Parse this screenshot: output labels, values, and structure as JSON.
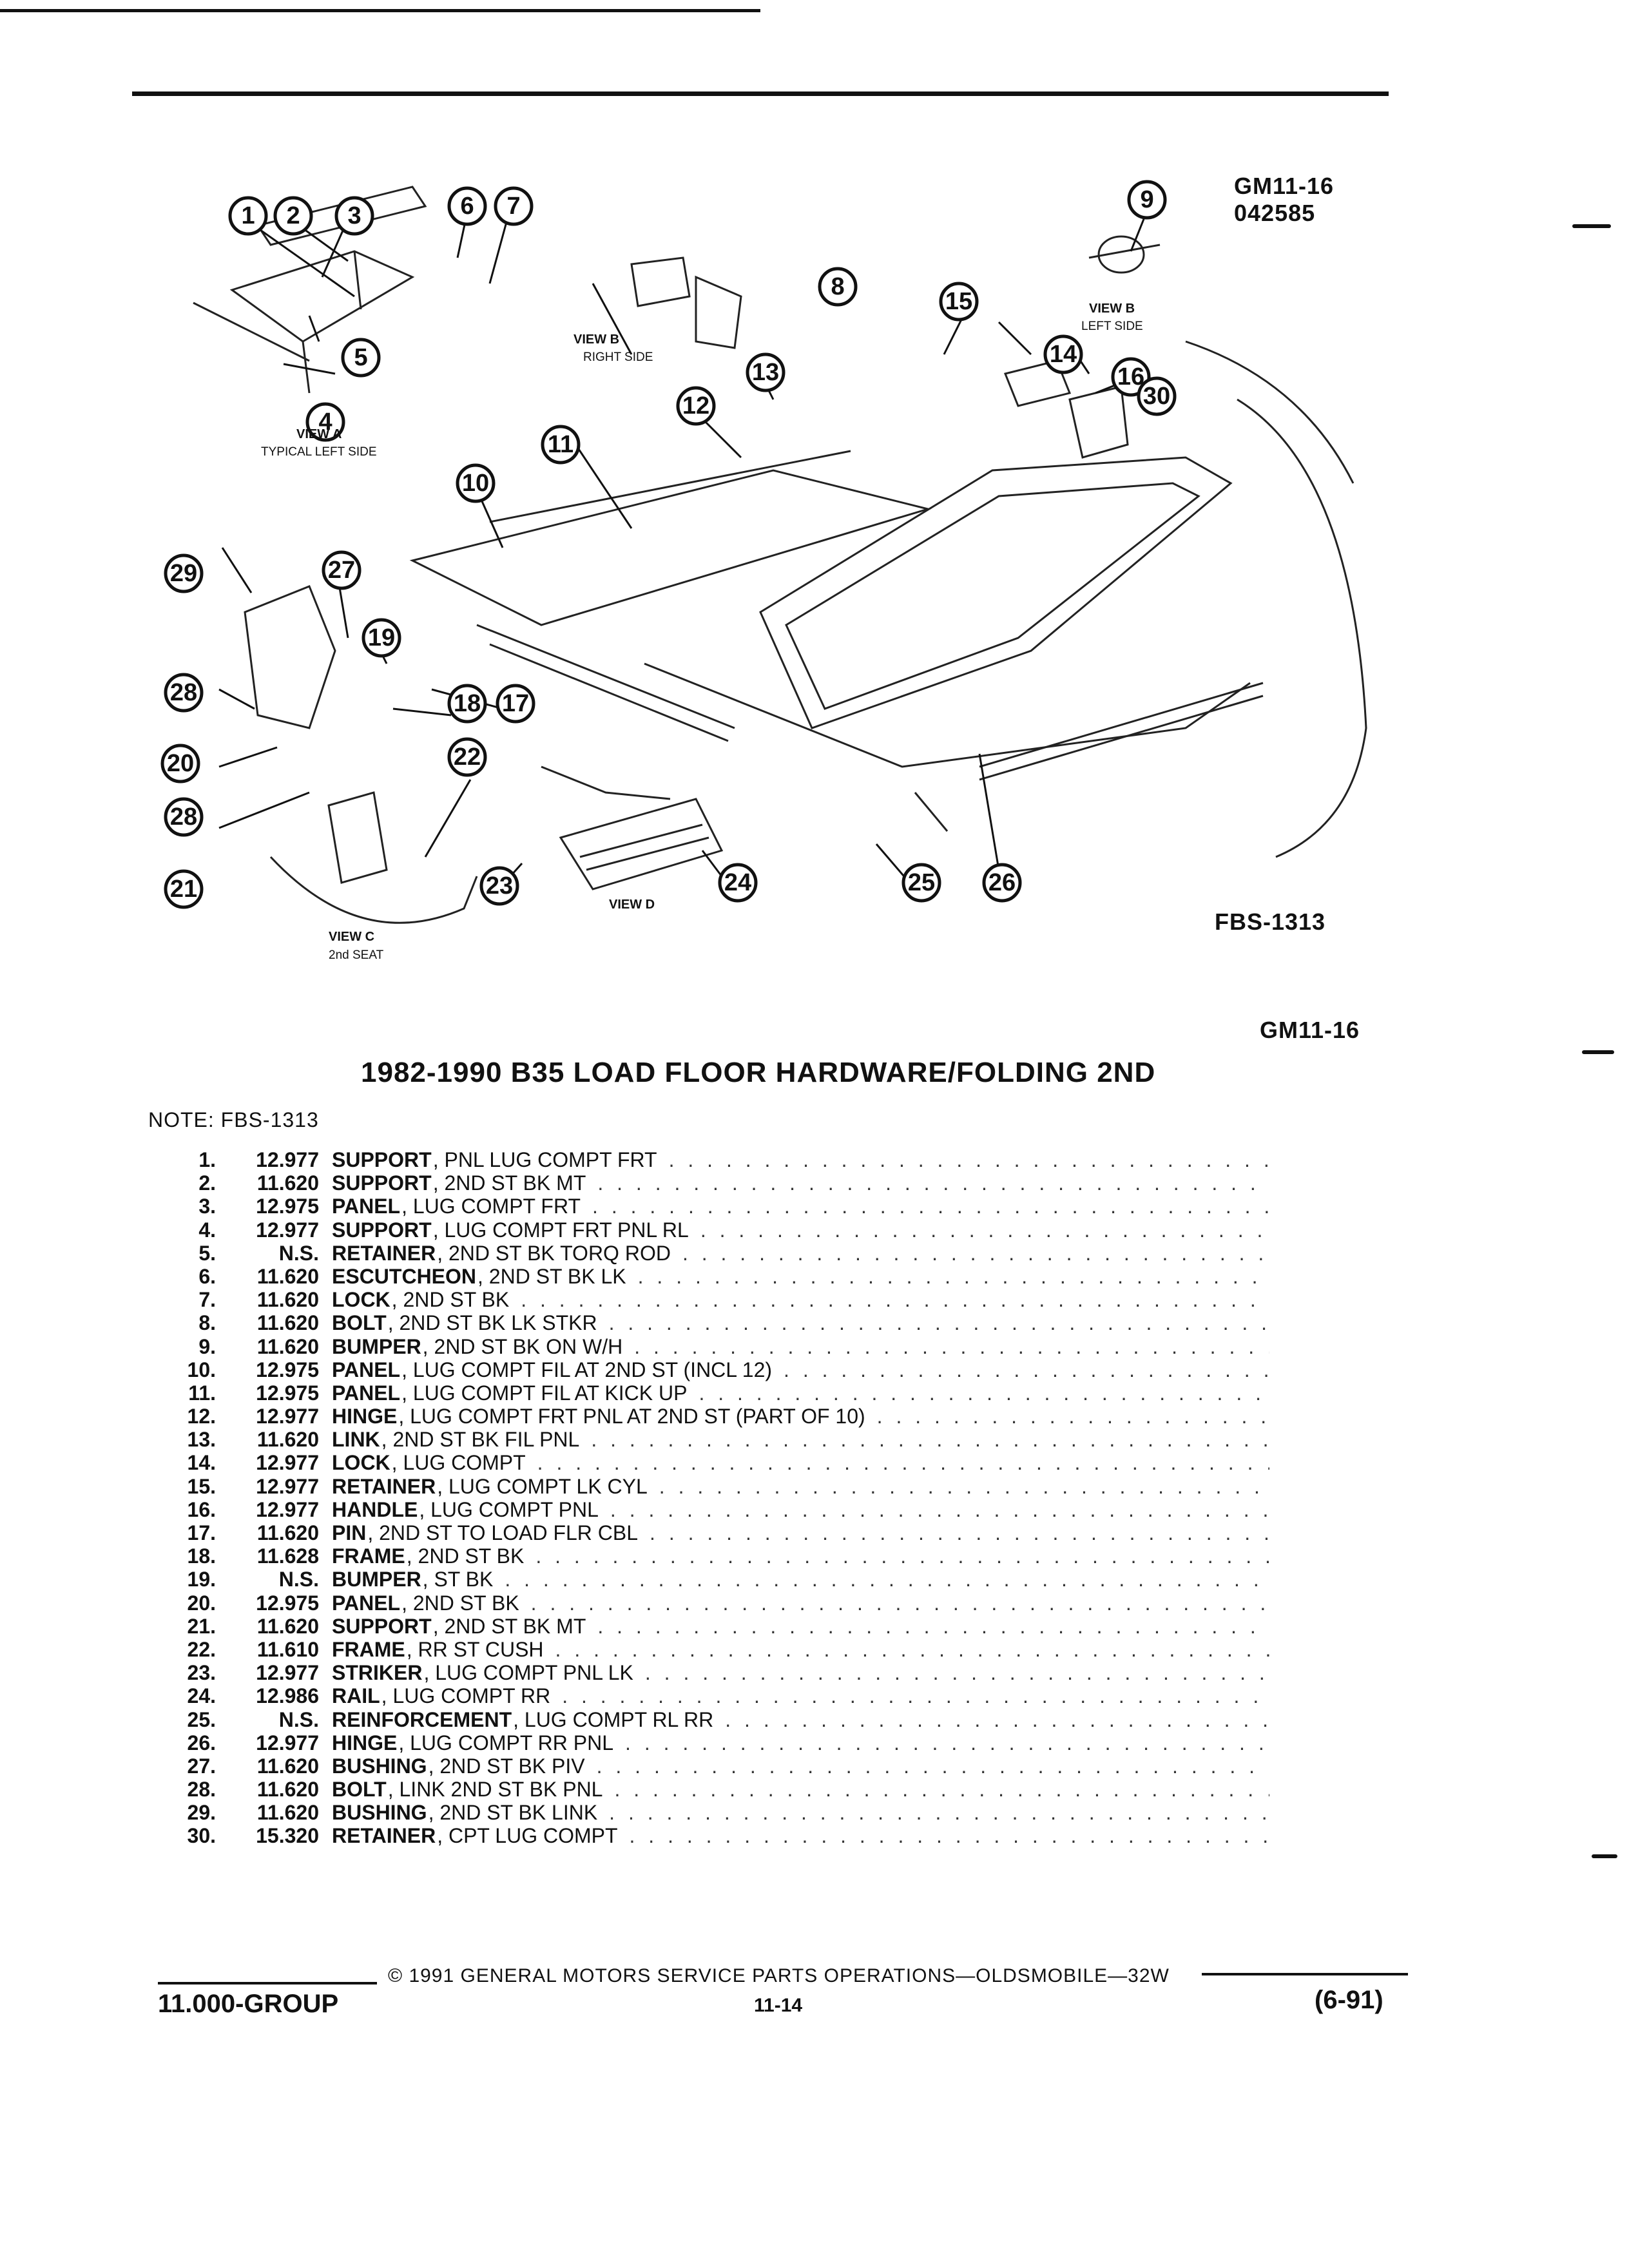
{
  "header": {
    "figure_id": "GM11-16",
    "figure_date": "042585",
    "figure_ref": "FBS-1313",
    "page_ref": "GM11-16"
  },
  "illustration": {
    "view_a_label": "VIEW A",
    "view_a_sub": "TYPICAL LEFT SIDE",
    "view_b_right_label": "VIEW B",
    "view_b_right_sub": "RIGHT SIDE",
    "view_b_left_label": "VIEW B",
    "view_b_left_sub": "LEFT SIDE",
    "view_c_label": "VIEW C",
    "view_c_sub": "2nd SEAT",
    "view_d_label": "VIEW D",
    "callouts": [
      "1",
      "2",
      "3",
      "4",
      "5",
      "6",
      "7",
      "8",
      "9",
      "10",
      "11",
      "12",
      "13",
      "14",
      "15",
      "16",
      "17",
      "18",
      "19",
      "20",
      "21",
      "22",
      "23",
      "24",
      "25",
      "26",
      "27",
      "28",
      "28",
      "29",
      "30"
    ]
  },
  "title": "1982-1990 B35 LOAD FLOOR HARDWARE/FOLDING 2ND",
  "note": "NOTE:  FBS-1313",
  "parts": [
    {
      "num": "1.",
      "code": "12.977",
      "name": "SUPPORT",
      "desc": ", PNL LUG COMPT FRT"
    },
    {
      "num": "2.",
      "code": "11.620",
      "name": "SUPPORT",
      "desc": ", 2ND ST BK MT"
    },
    {
      "num": "3.",
      "code": "12.975",
      "name": "PANEL",
      "desc": ", LUG COMPT FRT"
    },
    {
      "num": "4.",
      "code": "12.977",
      "name": "SUPPORT",
      "desc": ", LUG COMPT FRT PNL RL"
    },
    {
      "num": "5.",
      "code": "N.S.",
      "name": "RETAINER",
      "desc": ", 2ND ST BK TORQ ROD"
    },
    {
      "num": "6.",
      "code": "11.620",
      "name": "ESCUTCHEON",
      "desc": ", 2ND ST BK LK"
    },
    {
      "num": "7.",
      "code": "11.620",
      "name": "LOCK",
      "desc": ", 2ND ST BK"
    },
    {
      "num": "8.",
      "code": "11.620",
      "name": "BOLT",
      "desc": ", 2ND ST BK LK STKR"
    },
    {
      "num": "9.",
      "code": "11.620",
      "name": "BUMPER",
      "desc": ", 2ND ST BK ON W/H"
    },
    {
      "num": "10.",
      "code": "12.975",
      "name": "PANEL",
      "desc": ", LUG COMPT FIL AT 2ND ST (INCL 12)"
    },
    {
      "num": "11.",
      "code": "12.975",
      "name": "PANEL",
      "desc": ", LUG COMPT FIL AT KICK UP"
    },
    {
      "num": "12.",
      "code": "12.977",
      "name": "HINGE",
      "desc": ", LUG COMPT FRT PNL AT 2ND ST (PART OF 10)"
    },
    {
      "num": "13.",
      "code": "11.620",
      "name": "LINK",
      "desc": ", 2ND ST BK FIL PNL"
    },
    {
      "num": "14.",
      "code": "12.977",
      "name": "LOCK",
      "desc": ", LUG COMPT"
    },
    {
      "num": "15.",
      "code": "12.977",
      "name": "RETAINER",
      "desc": ", LUG COMPT LK CYL"
    },
    {
      "num": "16.",
      "code": "12.977",
      "name": "HANDLE",
      "desc": ", LUG COMPT PNL"
    },
    {
      "num": "17.",
      "code": "11.620",
      "name": "PIN",
      "desc": ", 2ND ST TO LOAD FLR CBL"
    },
    {
      "num": "18.",
      "code": "11.628",
      "name": "FRAME",
      "desc": ", 2ND ST BK"
    },
    {
      "num": "19.",
      "code": "N.S.",
      "name": "BUMPER",
      "desc": ", ST BK"
    },
    {
      "num": "20.",
      "code": "12.975",
      "name": "PANEL",
      "desc": ", 2ND ST BK"
    },
    {
      "num": "21.",
      "code": "11.620",
      "name": "SUPPORT",
      "desc": ", 2ND ST BK MT"
    },
    {
      "num": "22.",
      "code": "11.610",
      "name": "FRAME",
      "desc": ", RR ST CUSH"
    },
    {
      "num": "23.",
      "code": "12.977",
      "name": "STRIKER",
      "desc": ", LUG COMPT PNL LK"
    },
    {
      "num": "24.",
      "code": "12.986",
      "name": "RAIL",
      "desc": ", LUG COMPT RR"
    },
    {
      "num": "25.",
      "code": "N.S.",
      "name": "REINFORCEMENT",
      "desc": ", LUG COMPT RL RR"
    },
    {
      "num": "26.",
      "code": "12.977",
      "name": "HINGE",
      "desc": ", LUG COMPT RR PNL"
    },
    {
      "num": "27.",
      "code": "11.620",
      "name": "BUSHING",
      "desc": ", 2ND ST BK PIV"
    },
    {
      "num": "28.",
      "code": "11.620",
      "name": "BOLT",
      "desc": ", LINK 2ND ST BK PNL"
    },
    {
      "num": "29.",
      "code": "11.620",
      "name": "BUSHING",
      "desc": ", 2ND ST BK LINK"
    },
    {
      "num": "30.",
      "code": "15.320",
      "name": "RETAINER",
      "desc": ", CPT LUG COMPT"
    }
  ],
  "leader_dots": ". . . . . . . . . . . . . . . . . . . . . . . . . . . . . . . . . . . . . . . . . . . . . . . . . . . . . . . . . . . . . . . . . . . . . . . . . . . .",
  "footer": {
    "copyright": "©  1991  GENERAL MOTORS SERVICE PARTS OPERATIONS—OLDSMOBILE—32W",
    "group": "11.000-GROUP",
    "page": "11-14",
    "date_code": "(6-91)"
  }
}
